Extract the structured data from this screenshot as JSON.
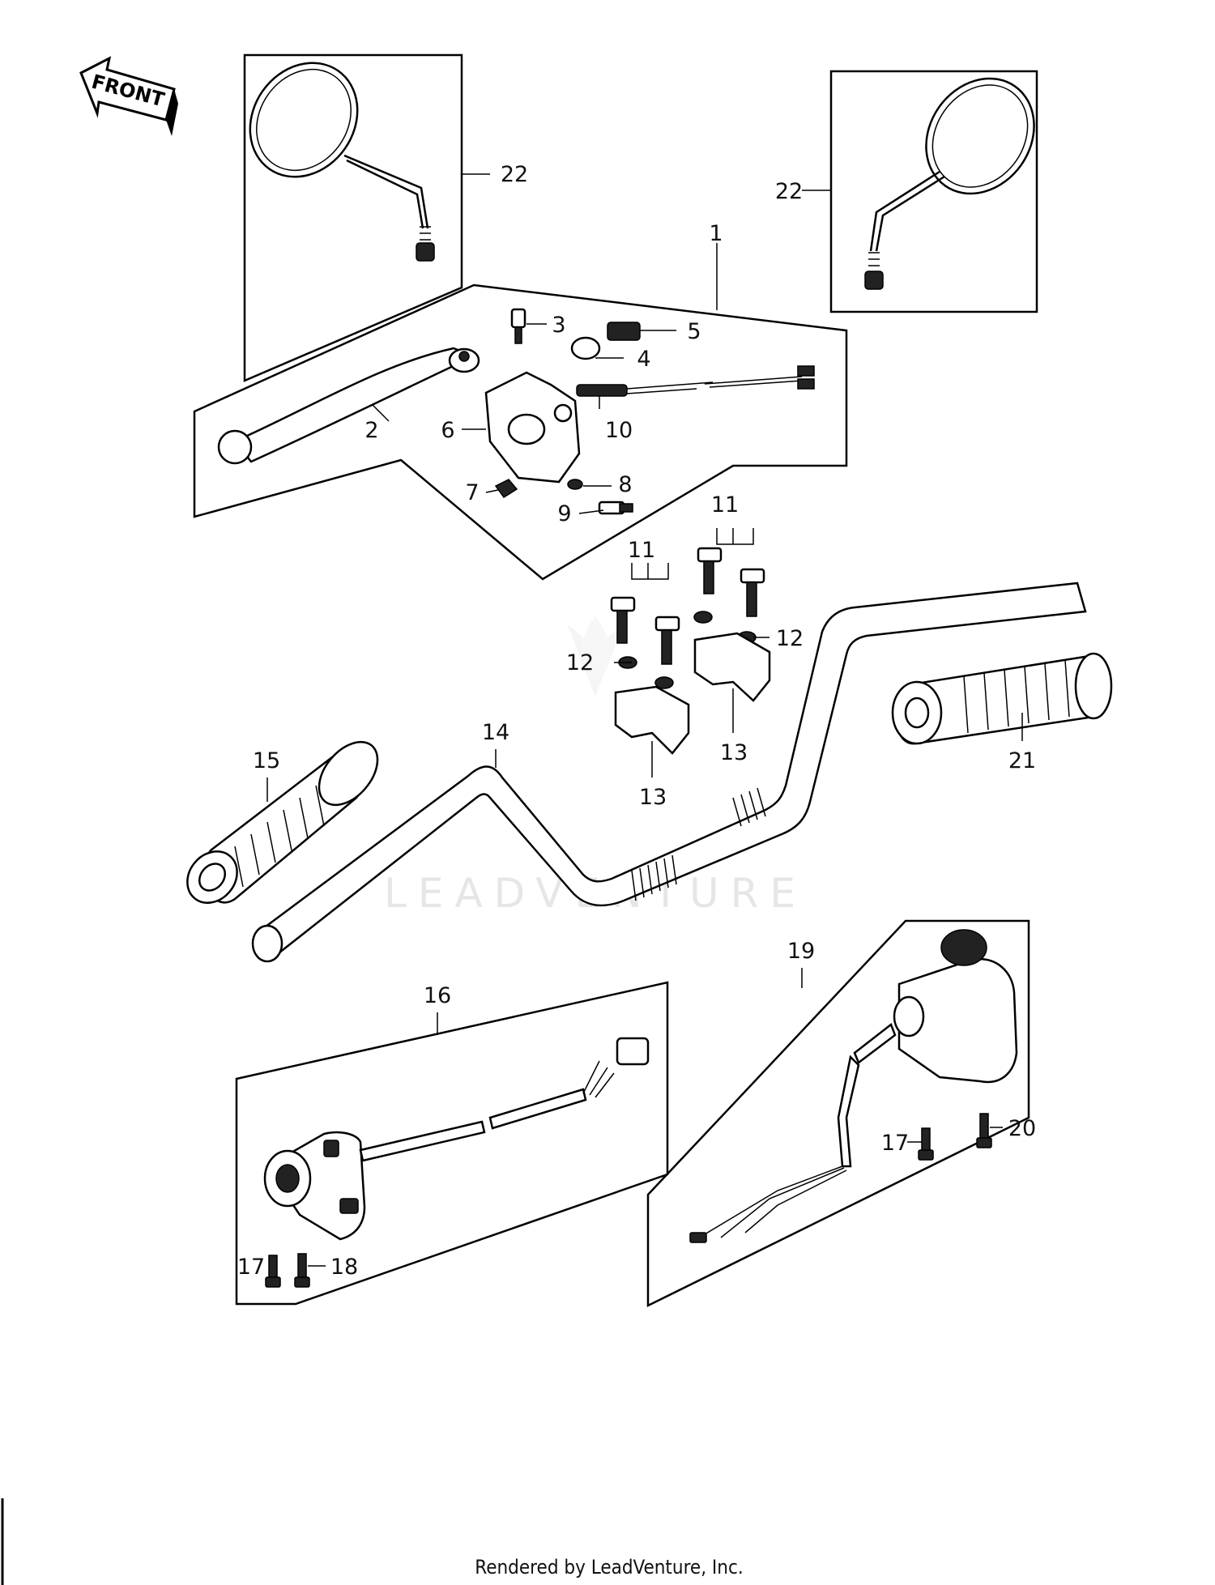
{
  "direction_arrow": {
    "label": "FRONT"
  },
  "watermark": {
    "text": "LEADVENTURE"
  },
  "footer": {
    "text": "Rendered by LeadVenture, Inc."
  },
  "callouts": {
    "c1": "1",
    "c2": "2",
    "c3": "3",
    "c4": "4",
    "c5": "5",
    "c6": "6",
    "c7": "7",
    "c8": "8",
    "c9": "9",
    "c10": "10",
    "c11a": "11",
    "c11b": "11",
    "c12a": "12",
    "c12b": "12",
    "c13a": "13",
    "c13b": "13",
    "c14": "14",
    "c15": "15",
    "c16": "16",
    "c17a": "17",
    "c17b": "17",
    "c18": "18",
    "c19": "19",
    "c20": "20",
    "c21": "21",
    "c22a": "22",
    "c22b": "22"
  },
  "colors": {
    "line": "#000000",
    "watermark": "#e6e6e6",
    "background": "#ffffff"
  }
}
